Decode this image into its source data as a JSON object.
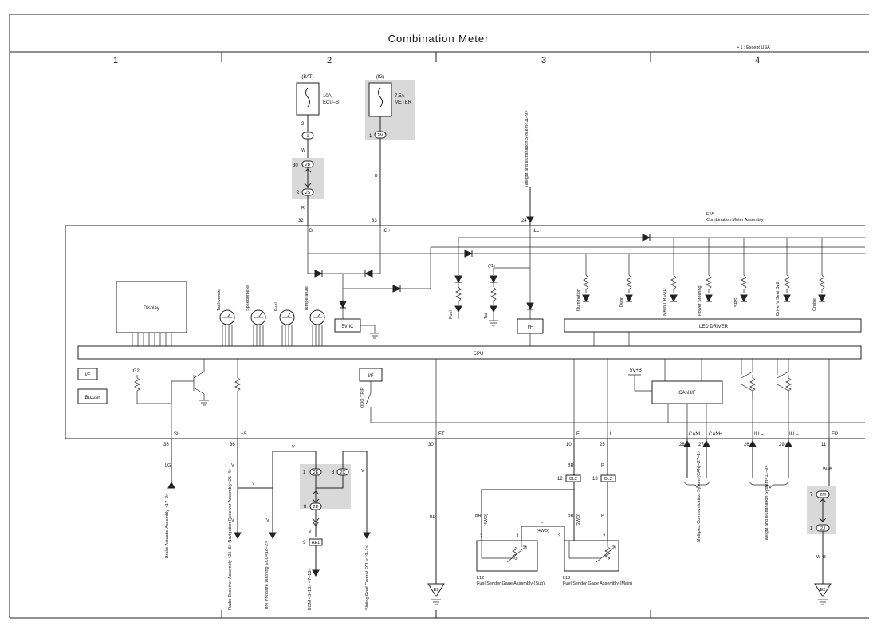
{
  "title": "Combination Meter",
  "note": "• 1 : Except USA",
  "columns": [
    "1",
    "2",
    "3",
    "4"
  ],
  "assembly": {
    "code": "E55",
    "name": "Combination Meter Assembly"
  },
  "fuses": [
    {
      "supply": "(BAT)",
      "rating": "10A",
      "name": "ECU–B"
    },
    {
      "supply": "(IG)",
      "rating": "7.5A",
      "name": "METER"
    }
  ],
  "connectors": {
    "c1_pin": "2",
    "c1": "1",
    "c2_pin": "1",
    "c2": "2M",
    "c3_pin": "30",
    "c3": "2B",
    "c4_pin": "2",
    "c4": "2S",
    "c5_pin": "1",
    "c5": "2E",
    "c6_pin": "8",
    "c6": "2C",
    "c7_pin": "8",
    "c7": "2D",
    "c8_pin": "9",
    "c8": "AE1",
    "c9_pin": "12",
    "c9": "BL2",
    "c10_pin": "13",
    "c10": "BL2",
    "c11_pin": "7",
    "c11": "2M",
    "c12_pin": "1",
    "c12": "2J"
  },
  "wire_colors": {
    "w1": "W",
    "w2": "R",
    "w3": "B",
    "w4": "LG",
    "w5": "V",
    "w6": "V",
    "w7": "V",
    "w8": "V",
    "w9": "V",
    "w10": "V",
    "w11": "V",
    "w12": "BR",
    "w13": "BR",
    "w14": "P",
    "w15": "BR",
    "w16": "(4WD)",
    "w17": "BR",
    "w18": "(2WD)",
    "w19": "L",
    "w20": "(4WD)",
    "w21": "P",
    "w22": "W–B",
    "w23": "W–B"
  },
  "top_pins": [
    {
      "num": "32",
      "label": "B"
    },
    {
      "num": "33",
      "label": "IG+"
    },
    {
      "num": "24",
      "label": "ILL+"
    }
  ],
  "bottom_pins": [
    {
      "num": "35",
      "label": "SI"
    },
    {
      "num": "36",
      "label": "+S"
    },
    {
      "num": "30",
      "label": "ET"
    },
    {
      "num": "10",
      "label": "E"
    },
    {
      "num": "25",
      "label": "L"
    },
    {
      "num": "28",
      "label": "CANL"
    },
    {
      "num": "27",
      "label": "CANH"
    },
    {
      "num": "26",
      "label": "ILL–"
    },
    {
      "num": "29",
      "label": "ILL–"
    },
    {
      "num": "11",
      "label": "EP"
    }
  ],
  "internal": {
    "display": "Display",
    "cpu": "CPU",
    "led_driver": "LED DRIVER",
    "regulator": "5V IC",
    "if1": "I/F",
    "if2": "I/F",
    "if3": "I/F",
    "buzzer": "Buzzer",
    "can_if": "CAN I/F",
    "ig2": "IG2",
    "five_v_b": "5V+B",
    "odo_trip": "ODO TRIP",
    "plus1": "(*1)",
    "gauges": [
      "Tachometer",
      "Speedometer",
      "Fuel",
      "Temperature"
    ],
    "lamps": [
      "Fuel",
      "Tail",
      "Illumination",
      "Door",
      "MAINT REQD",
      "Power Steering",
      "SRS",
      "Driver's Seat Belt",
      "Cruise"
    ]
  },
  "external": {
    "taillight_top": "Taillight and Illumination System<11–9>",
    "brake_actuator": "Brake Actuator Assembly <17–2>",
    "radio_receiver": "Radio Receiver Assembly <25–6> Navigation Receiver Assembly<25–4>",
    "tire_pressure": "Tire Pressure Warning ECU<18–2>",
    "ecm": "ECM <6–13> <7–13>",
    "sliding_roof": "Sliding Roof Control ECU<19–2>",
    "fuel_sub": {
      "code": "L12",
      "name": "Fuel Sender Gage Assembly (Sub)",
      "pin_a": "2",
      "pin_b": "1"
    },
    "fuel_main": {
      "code": "L13",
      "name": "Fuel Sender Gage Assembly (Main)",
      "pin_a": "3",
      "pin_b": "2"
    },
    "multiplex": "Multiplex Communication System(CAN)<27–1>",
    "taillight_bottom": "Taillight and Illumination System<11–9>",
    "ground1": "E2",
    "ground2": "E2"
  }
}
